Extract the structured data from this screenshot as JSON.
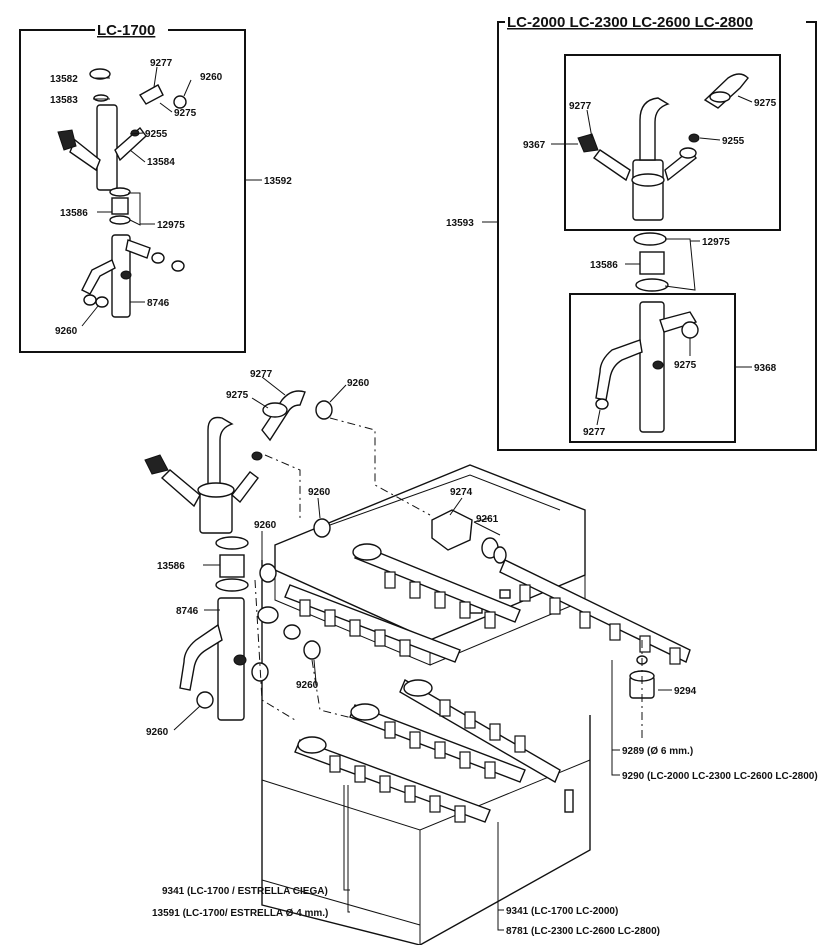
{
  "titles": {
    "lc1700": "LC-1700",
    "lc2000": "LC-2000 LC-2300 LC-2600 LC-2800"
  },
  "labels": {
    "p13582": "13582",
    "p13583": "13583",
    "p9277a": "9277",
    "p9260a": "9260",
    "p9275a": "9275",
    "p9255a": "9255",
    "p13584": "13584",
    "p13592": "13592",
    "p13586a": "13586",
    "p12975a": "12975",
    "p8746a": "8746",
    "p9260b": "9260",
    "p9277b": "9277",
    "p9275b": "9275",
    "p9367": "9367",
    "p9255b": "9255",
    "p13593": "13593",
    "p12975b": "12975",
    "p13586b": "13586",
    "p9275c": "9275",
    "p9368": "9368",
    "p9277c": "9277",
    "p9277d": "9277",
    "p9260c": "9260",
    "p9275d": "9275",
    "p9260d": "9260",
    "p9274": "9274",
    "p9261": "9261",
    "p9260e": "9260",
    "p13586c": "13586",
    "p8746b": "8746",
    "p9260f": "9260",
    "p9260g": "9260",
    "p9294": "9294",
    "p9289": "9289 (Ø 6 mm.)",
    "p9290": "9290 (LC-2000 LC-2300 LC-2600 LC-2800)",
    "p9341a": "9341 (LC-1700 / ESTRELLA CIEGA)",
    "p13591": "13591 (LC-1700/ ESTRELLA Ø 4 mm.)",
    "p9341b": "9341 (LC-1700 LC-2000)",
    "p8781": "8781 (LC-2300 LC-2600 LC-2800)"
  }
}
